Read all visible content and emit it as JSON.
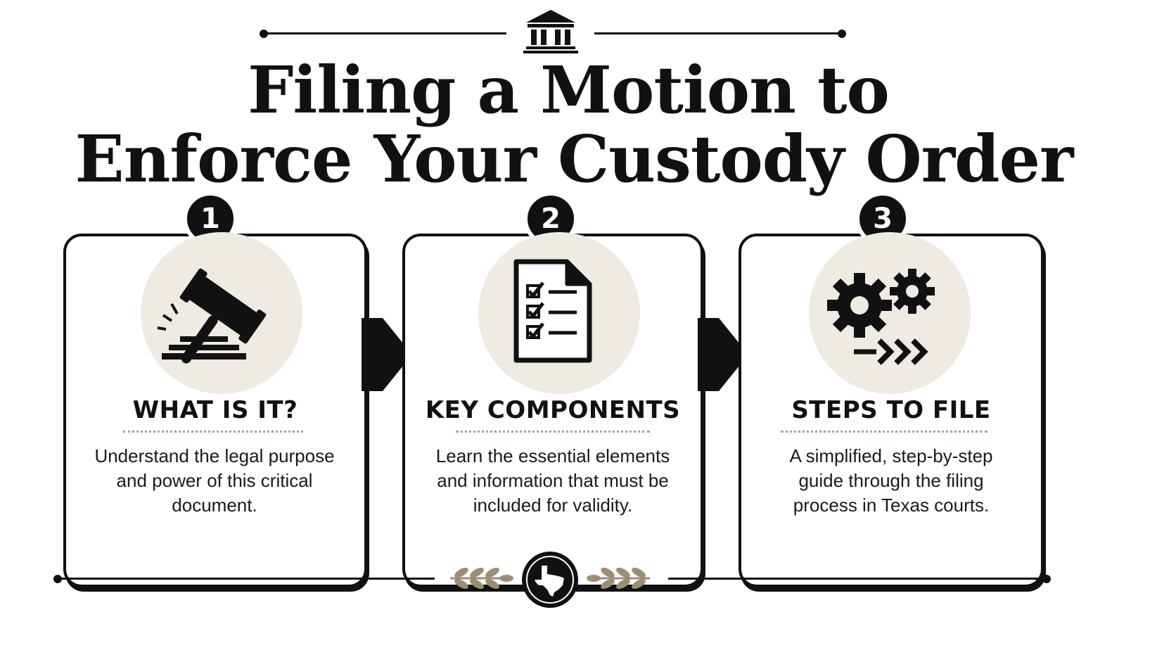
{
  "header": {
    "title_line1": "Filing a Motion to",
    "title_line2": "Enforce Your Custody Order",
    "emblem_icon": "courthouse-icon"
  },
  "steps": [
    {
      "number": "1",
      "icon": "gavel-icon",
      "heading": "WHAT IS IT?",
      "desc_lines": [
        "Understand the legal purpose",
        "and power of this critical",
        "document."
      ]
    },
    {
      "number": "2",
      "icon": "checklist-document-icon",
      "heading": "KEY COMPONENTS",
      "desc_lines": [
        "Learn the essential elements",
        "and information that must be",
        "included for validity."
      ]
    },
    {
      "number": "3",
      "icon": "gears-icon",
      "heading": "STEPS TO FILE",
      "desc_lines": [
        "A simplified, step-by-step",
        "guide through the filing",
        "process in Texas courts."
      ]
    }
  ],
  "footer": {
    "seal_icon": "texas-state-icon",
    "laurel_icon": "laurel-branch-icon"
  },
  "colors": {
    "ink": "#111111",
    "icon_circle": "#efebe2",
    "accent_dots": "#b49e86",
    "laurel": "#a08c74"
  }
}
